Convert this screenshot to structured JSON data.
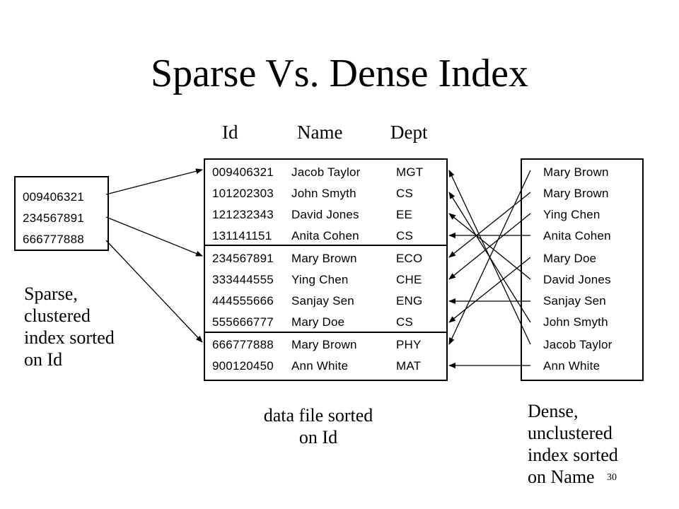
{
  "slide": {
    "title": "Sparse Vs. Dense Index",
    "page_number": "30"
  },
  "data_file": {
    "columns": [
      "Id",
      "Name",
      "Dept"
    ],
    "rows": [
      {
        "id": "009406321",
        "name": "Jacob Taylor",
        "dept": "MGT"
      },
      {
        "id": "101202303",
        "name": "John Smyth",
        "dept": "CS"
      },
      {
        "id": "121232343",
        "name": "David Jones",
        "dept": "EE"
      },
      {
        "id": "131141151",
        "name": "Anita Cohen",
        "dept": "CS"
      },
      {
        "id": "234567891",
        "name": "Mary Brown",
        "dept": "ECO"
      },
      {
        "id": "333444555",
        "name": "Ying Chen",
        "dept": "CHE"
      },
      {
        "id": "444555666",
        "name": "Sanjay Sen",
        "dept": "ENG"
      },
      {
        "id": "555666777",
        "name": "Mary Doe",
        "dept": "CS"
      },
      {
        "id": "666777888",
        "name": "Mary Brown",
        "dept": "PHY"
      },
      {
        "id": "900120450",
        "name": "Ann White",
        "dept": "MAT"
      }
    ],
    "caption_line1": "data file sorted",
    "caption_line2": "on Id"
  },
  "sparse_index": {
    "entries": [
      "009406321",
      "234567891",
      "666777888"
    ],
    "caption_lines": [
      "Sparse,",
      "clustered",
      "index sorted",
      "on Id"
    ]
  },
  "dense_index": {
    "entries": [
      "Mary Brown",
      "Mary Brown",
      "Ying Chen",
      "Anita Cohen",
      "Mary Doe",
      "David Jones",
      "Sanjay Sen",
      "John Smyth",
      "Jacob Taylor",
      "Ann White"
    ],
    "caption_lines": [
      "Dense,",
      "unclustered",
      "index sorted",
      "on Name"
    ]
  }
}
